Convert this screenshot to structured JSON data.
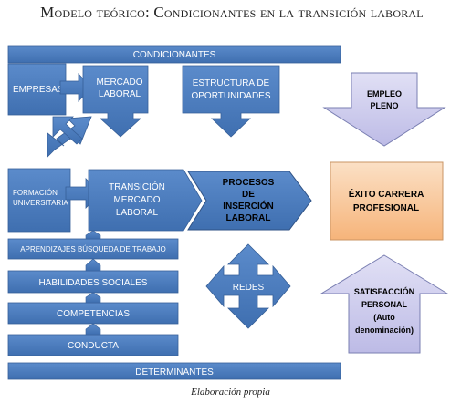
{
  "title": "Modelo teórico: Condicionantes en la transición laboral",
  "caption": "Elaboración propia",
  "colors": {
    "blue": "#4f7fc0",
    "blue_dark": "#3a66a4",
    "lavender": "#cbc9ec",
    "orange": "#f9c89a",
    "outline": "#7a7fb2"
  },
  "boxes": {
    "condicionantes": "CONDICIONANTES",
    "empresas": "EMPRESAS",
    "mercado": [
      "MERCADO",
      "LABORAL"
    ],
    "estructura": [
      "ESTRUCTURA  DE",
      "OPORTUNIDADES"
    ],
    "formacion": [
      "FORMACIÓN",
      "UNIVERSITARIA"
    ],
    "transicion": [
      "TRANSICIÓN",
      "MERCADO",
      "LABORAL"
    ],
    "procesos": [
      "PROCESOS",
      "DE",
      "INSERCIÓN",
      "LABORAL"
    ],
    "aprendizajes": "APRENDIZAJES BÚSQUEDA DE TRABAJO",
    "habilidades": "HABILIDADES SOCIALES",
    "competencias": "COMPETENCIAS",
    "conducta": "CONDUCTA",
    "redes": "REDES",
    "determinantes": "DETERMINANTES"
  },
  "outcomes": {
    "empleo": [
      "EMPLEO",
      "PLENO"
    ],
    "exito": [
      "ÉXITO CARRERA",
      "PROFESIONAL"
    ],
    "satisfaccion": [
      "SATISFACCIÓN",
      "PERSONAL",
      "(Auto",
      "denominación)"
    ]
  }
}
